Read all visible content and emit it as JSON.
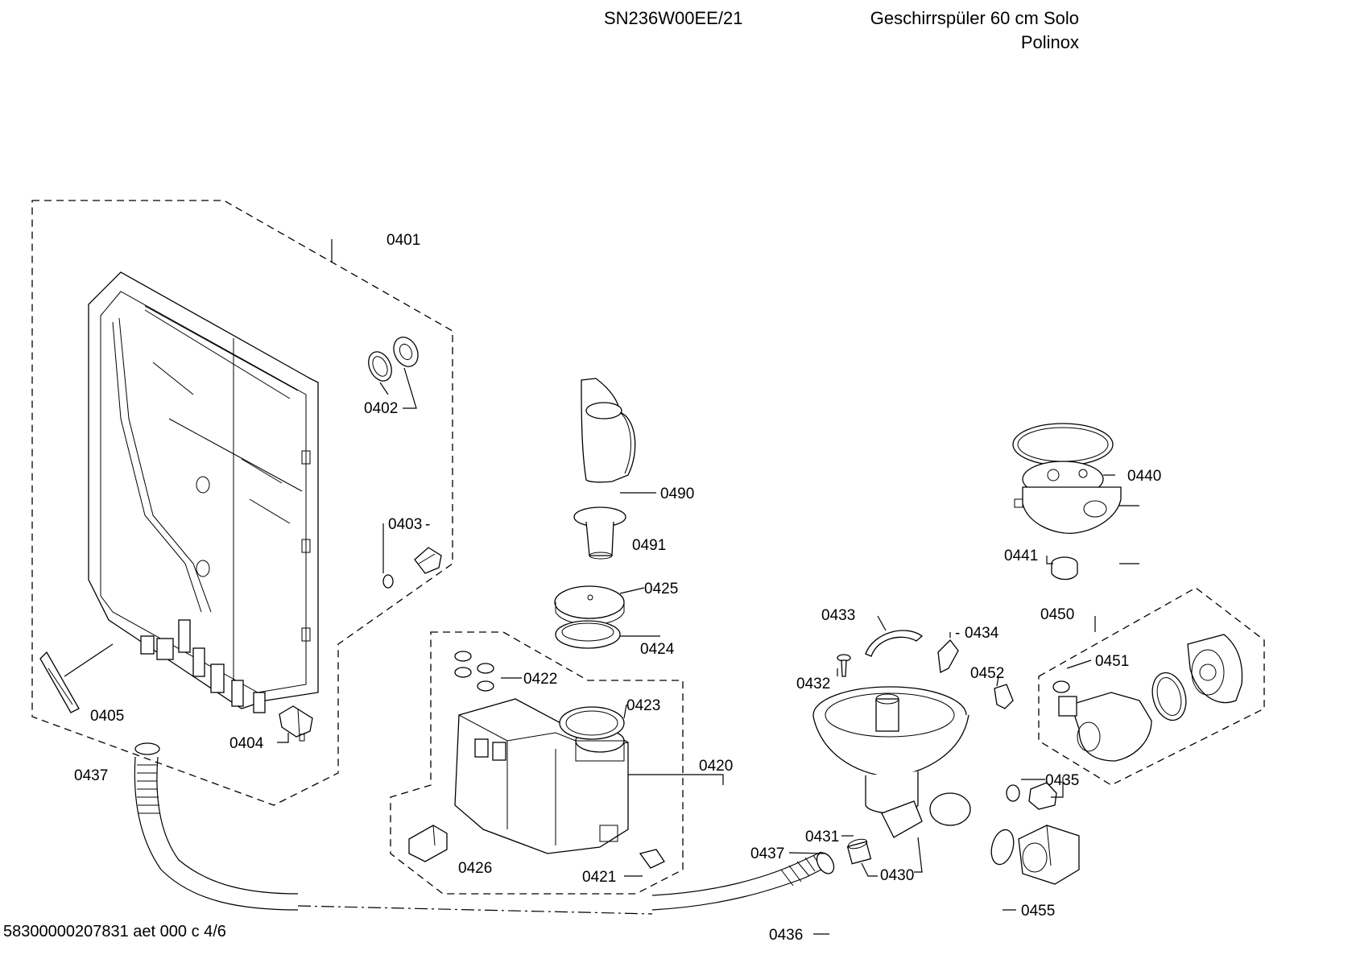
{
  "header": {
    "model": "SN236W00EE/21",
    "title": "Geschirrspüler 60 cm Solo",
    "subtitle": "Polinox"
  },
  "footer": {
    "doc_ref": "58300000207831 aet 000 c 4/6"
  },
  "labels": {
    "p0401": "0401",
    "p0402": "0402",
    "p0403": "0403",
    "p0404": "0404",
    "p0405": "0405",
    "p0420": "0420",
    "p0421": "0421",
    "p0422": "0422",
    "p0423": "0423",
    "p0424": "0424",
    "p0425": "0425",
    "p0426": "0426",
    "p0430": "0430",
    "p0431": "0431",
    "p0432": "0432",
    "p0433": "0433",
    "p0434": "0434",
    "p0435": "0435",
    "p0436": "0436",
    "p0437a": "0437",
    "p0437b": "0437",
    "p0440": "0440",
    "p0441": "0441",
    "p0450": "0450",
    "p0451": "0451",
    "p0452": "0452",
    "p0455": "0455",
    "p0490": "0490",
    "p0491": "0491"
  }
}
